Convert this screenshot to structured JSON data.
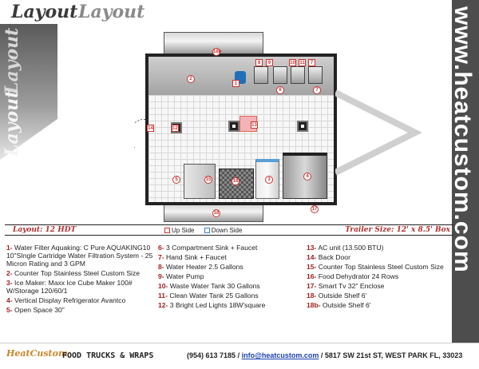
{
  "header": {
    "title_dark": "Layout",
    "title_light": "Layout",
    "side_title": "Layout",
    "side_title2": "Layout",
    "site_url": "www.heatcustom.com"
  },
  "diagram": {
    "labels": [
      "1",
      "2",
      "3",
      "4",
      "5",
      "6",
      "7",
      "8",
      "9",
      "10",
      "11",
      "12",
      "13",
      "14",
      "15",
      "16",
      "17",
      "18",
      "18b"
    ]
  },
  "info_bar": {
    "layout": "Layout: 12 HDT",
    "up_side": "Up Side",
    "down_side": "Down Side",
    "trailer_size": "Trailer Size: 12' x 8.5' Box"
  },
  "equipment": {
    "col1": [
      {
        "n": "1-",
        "text": " Water Filter Aquaking: C Pure AQUAKING10 10\"SIngle Cartridge Water Filtration System - 25 Micron Rating and 3 GPM"
      },
      {
        "n": "2-",
        "text": " Counter Top Stainless Steel Custom Size"
      },
      {
        "n": "3-",
        "text": " Ice Maker: Maxx Ice Cube Maker 100# W/Storage 120/60/1"
      },
      {
        "n": "4-",
        "text": " Vertical Display Refrigerator Avantco"
      },
      {
        "n": "5-",
        "text": " Open Space 30\""
      }
    ],
    "col2": [
      {
        "n": "6-",
        "text": " 3 Compartment Sink + Faucet"
      },
      {
        "n": "7-",
        "text": " Hand Sink + Faucet"
      },
      {
        "n": "8-",
        "text": " Water Heater 2.5 Gallons"
      },
      {
        "n": "9-",
        "text": " Water Pump"
      },
      {
        "n": "10-",
        "text": " Waste Water Tank 30 Gallons"
      },
      {
        "n": "11-",
        "text": " Clean Water Tank 25 Gallons"
      },
      {
        "n": "12-",
        "text": " 3 Bright Led Lights 18W'square"
      }
    ],
    "col3": [
      {
        "n": "13-",
        "text": " AC unit (13.500 BTU)"
      },
      {
        "n": "14-",
        "text": "  Back Door"
      },
      {
        "n": "15-",
        "text": " Counter Top Stainless Steel Custom Size"
      },
      {
        "n": "16-",
        "text": " Food Dehydrator 24 Rows"
      },
      {
        "n": "17-",
        "text": " Smart Tv 32\" Enclose"
      },
      {
        "n": "18-",
        "text": " Outside Shelf 6'"
      },
      {
        "n": "18b-",
        "text": " Outside Shelf 6'"
      }
    ]
  },
  "footer": {
    "logo": "HeatCustom",
    "tagline": "FOOD TRUCKS & WRAPS",
    "phone": "(954) 613 7185",
    "email": "info@heatcustom.com",
    "address": "/ 5817 SW 21st ST, WEST PARK FL, 33023"
  }
}
